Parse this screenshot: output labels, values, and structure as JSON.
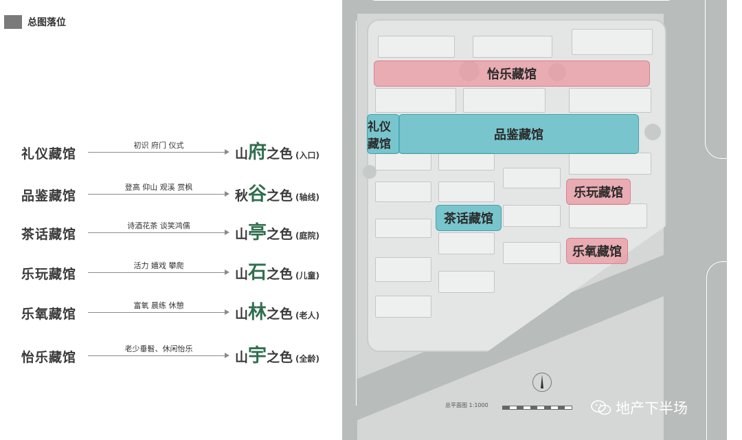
{
  "header": {
    "title": "总图落位"
  },
  "rows": [
    {
      "name": "礼仪藏馆",
      "keywords": "初识  府门  仪式",
      "prefix": "山",
      "key": "府",
      "suffix": "之色",
      "note": "(入口)"
    },
    {
      "name": "品鉴藏馆",
      "keywords": "登高 仰山  观溪  赏枫",
      "prefix": "秋",
      "key": "谷",
      "suffix": "之色",
      "note": "(轴线)"
    },
    {
      "name": "茶话藏馆",
      "keywords": "诗酒花茶  谈笑鸿儒",
      "prefix": "山",
      "key": "亭",
      "suffix": "之色",
      "note": "(庭院)"
    },
    {
      "name": "乐玩藏馆",
      "keywords": "活力  嬉戏  攀爬",
      "prefix": "山",
      "key": "石",
      "suffix": "之色",
      "note": "(儿童)"
    },
    {
      "name": "乐氧藏馆",
      "keywords": "富氧  晨练  休憩",
      "prefix": "山",
      "key": "林",
      "suffix": "之色",
      "note": "(老人)"
    },
    {
      "name": "怡乐藏馆",
      "keywords": "老少垂髫、休闲怡乐",
      "prefix": "山",
      "key": "宇",
      "suffix": "之色",
      "note": "(全龄)"
    }
  ],
  "plan": {
    "zones": [
      {
        "label": "怡乐藏馆",
        "color": "red"
      },
      {
        "label": "礼仪藏馆",
        "color": "cyan"
      },
      {
        "label": "品鉴藏馆",
        "color": "cyan"
      },
      {
        "label": "乐玩藏馆",
        "color": "red"
      },
      {
        "label": "茶话藏馆",
        "color": "cyan"
      },
      {
        "label": "乐氧藏馆",
        "color": "red"
      }
    ],
    "scale_label": "总平面图 1:1000",
    "watermark": "地产下半场"
  },
  "colors": {
    "accent_green": "#2f6e4e",
    "zone_red": "#ec96a0",
    "zone_cyan": "#50b9c3"
  }
}
